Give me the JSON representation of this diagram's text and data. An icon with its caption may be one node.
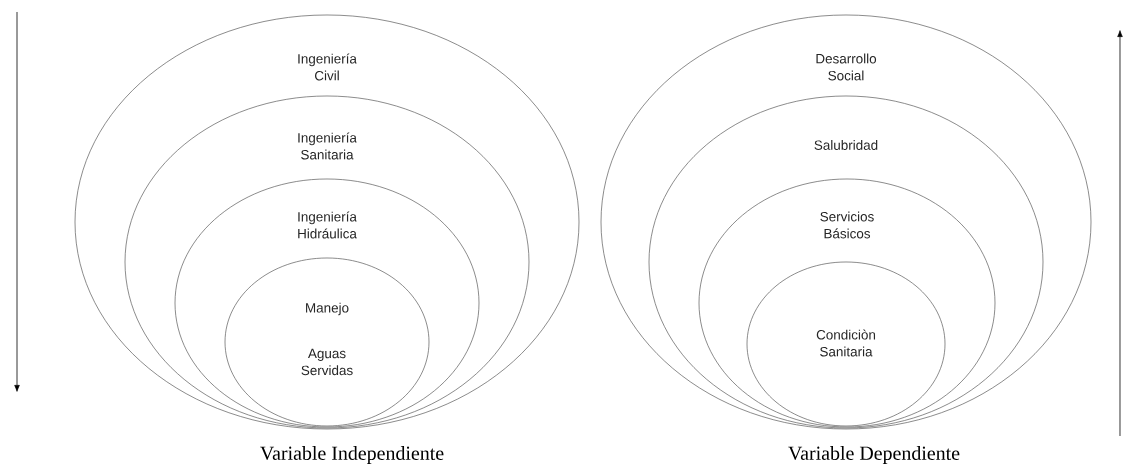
{
  "diagram": {
    "nodes": [
      {
        "text": [
          "Ingeniería Civil"
        ]
      },
      {
        "text": [
          "Ingeniería Sanitaria"
        ],
        "in": 0
      },
      {
        "text": [
          "Ingeniería Hidráulica"
        ],
        "in": 1
      },
      {
        "text": [
          "Manejo",
          "Aguas Servidas"
        ],
        "in": 2
      },
      {
        "text": [
          "Desarrollo Social"
        ]
      },
      {
        "text": [
          "Salubridad"
        ],
        "in": 4
      },
      {
        "text": [
          "Servicios Básicos"
        ],
        "in": 5
      },
      {
        "text": [
          "Condiciòn Sanitaria"
        ],
        "in": 6
      }
    ],
    "labels": [
      "Variable Independiente",
      "Variable Dependiente"
    ]
  }
}
